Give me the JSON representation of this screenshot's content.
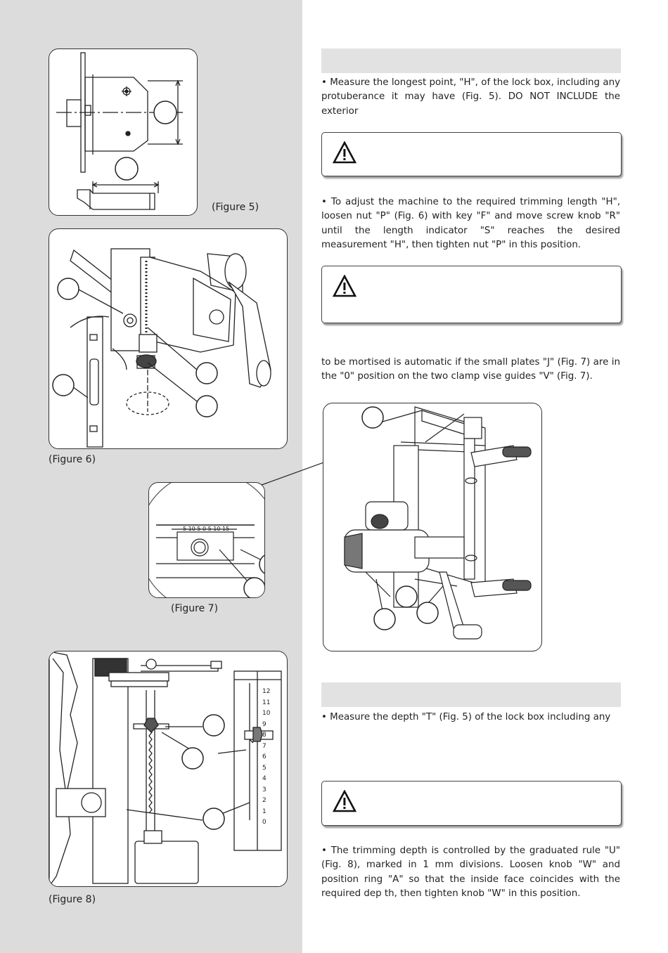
{
  "captions": {
    "fig5": "(Figure 5)",
    "fig6": "(Figure 6)",
    "fig7": "(Figure 7)",
    "fig8": "(Figure 8)"
  },
  "text": {
    "p1": "• Measure the longest point, \"H\", of the lock box, including any protuberance it may have (Fig. 5). DO NOT INCLUDE the exterior",
    "p2": "• To adjust the machine to the required trimming length \"H\", loosen nut \"P\" (Fig. 6) with key \"F\" and move screw knob \"R\" until the length indicator \"S\" reaches the desired measurement \"H\", then tighten nut \"P\" in this position.",
    "p3": "to be mortised is automatic if the small plates \"J\" (Fig. 7) are in the \"0\" position on the two clamp vise guides \"V\" (Fig. 7).",
    "p4": "• Measure the depth \"T\" (Fig. 5) of the lock box including any",
    "p5": "• The trimming depth is controlled by the graduated rule \"U\" (Fig. 8), marked in 1 mm divisions. Loosen knob \"W\" and position ring \"A\" so that the inside face coincides with the required dep th, then tighten knob \"W\" in this position."
  },
  "fig7_scale": "5 10 5 0 5 10 15",
  "fig8_rule": [
    "12",
    "11",
    "10",
    "9",
    "8",
    "7",
    "6",
    "5",
    "4",
    "3",
    "2",
    "1",
    "0"
  ],
  "icons": {
    "warning": "warning-triangle-icon"
  }
}
